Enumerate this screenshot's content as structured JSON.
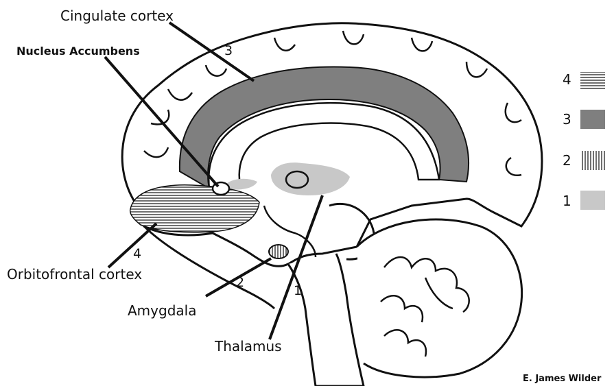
{
  "title": "",
  "labels": {
    "cingulate": "Cingulate cortex",
    "nucleus": "Nucleus Accumbens",
    "orbitofrontal": "Orbitofrontal cortex",
    "amygdala": "Amygdala",
    "thalamus": "Thalamus",
    "num_cingulate": "3",
    "num_orbitofrontal": "4",
    "num_amygdala": "2",
    "num_thalamus": "1"
  },
  "legend": [
    {
      "number": "4",
      "pattern": "horizontal-lines"
    },
    {
      "number": "3",
      "pattern": "dark-gray-fill",
      "color": "#7f7f7f"
    },
    {
      "number": "2",
      "pattern": "vertical-lines"
    },
    {
      "number": "1",
      "pattern": "light-gray-fill",
      "color": "#c8c8c8"
    }
  ],
  "credit": "E. James Wilder",
  "colors": {
    "outline": "#111111",
    "cingulate_fill": "#7f7f7f",
    "thalamus_fill": "#c8c8c8",
    "background": "#ffffff"
  }
}
